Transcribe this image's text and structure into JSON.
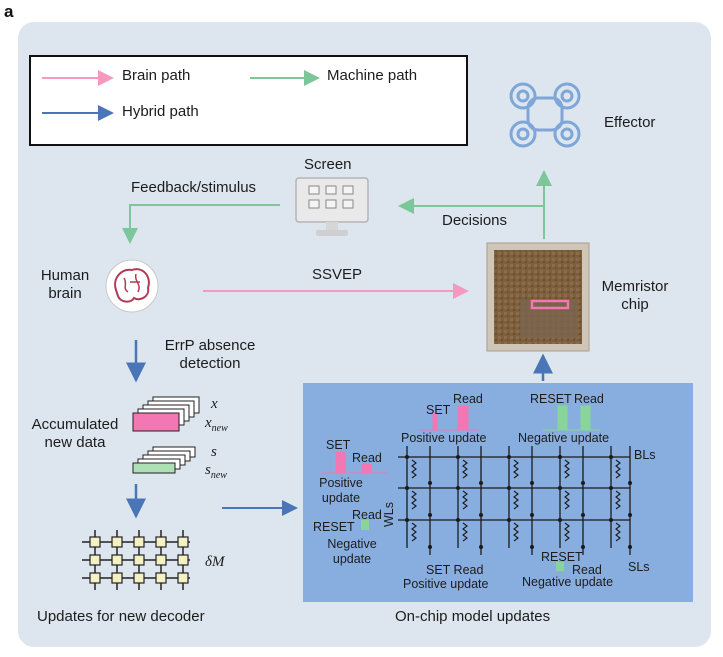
{
  "panel_label": "a",
  "legend": {
    "brain_path": "Brain path",
    "machine_path": "Machine path",
    "hybrid_path": "Hybrid path"
  },
  "colors": {
    "brain": "#f49ac1",
    "machine": "#7dc69a",
    "hybrid": "#4a76b8",
    "panel_bg": "#dde6ef",
    "board_bg": "#88aee0",
    "pink_bar": "#f277b3",
    "green_bar": "#88d49a"
  },
  "labels": {
    "effector": "Effector",
    "screen": "Screen",
    "feedback": "Feedback/stimulus",
    "decisions": "Decisions",
    "human_brain_1": "Human",
    "human_brain_2": "brain",
    "ssvep": "SSVEP",
    "memristor_1": "Memristor",
    "memristor_2": "chip",
    "errp_1": "ErrP absence",
    "errp_2": "detection",
    "accumulated_1": "Accumulated",
    "accumulated_2": "new data",
    "x": "x",
    "x_new": "x",
    "x_new_sub": "new",
    "s": "s",
    "s_new": "s",
    "s_new_sub": "new",
    "delta_m": "δM",
    "updates_decoder": "Updates for new decoder",
    "onchip_updates": "On-chip model updates"
  },
  "board": {
    "set_1": "SET",
    "read_1": "Read",
    "positive_update_1": "Positive update",
    "reset_1": "RESET",
    "read_2": "Read",
    "negative_update_1": "Negative update",
    "set_2": "SET",
    "read_3": "Read",
    "positive_2a": "Positive",
    "positive_2b": "update",
    "read_4": "Read",
    "reset_2": "RESET",
    "negative_2a": "Negative",
    "negative_2b": "update",
    "wls": "WLs",
    "bls": "BLs",
    "sls": "SLs",
    "set_read_3": "SET Read",
    "positive_update_3": "Positive update",
    "reset_3": "RESET",
    "read_5": "Read",
    "negative_update_3": "Negative update"
  }
}
